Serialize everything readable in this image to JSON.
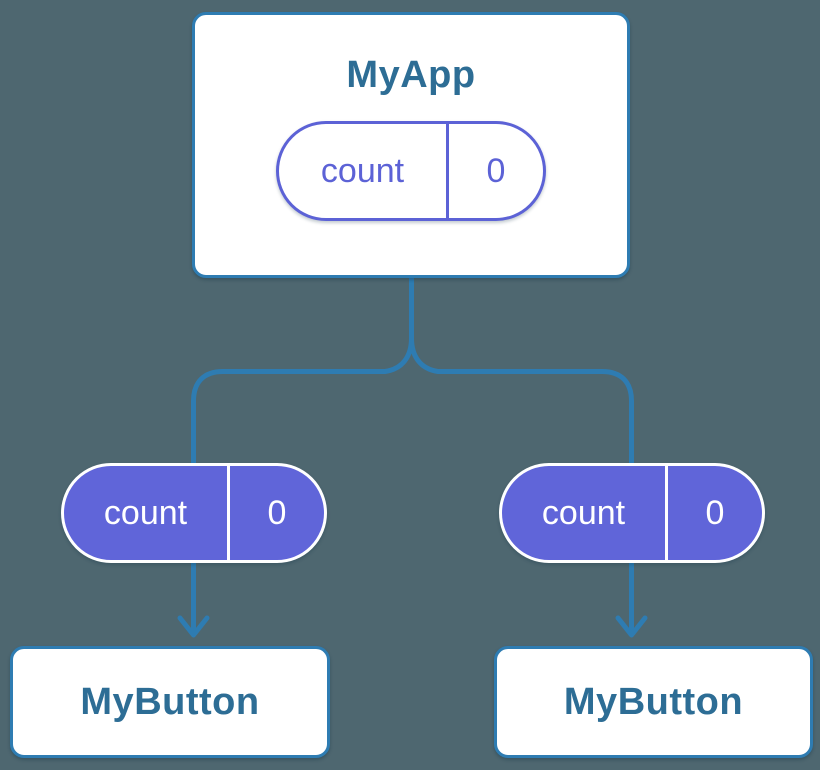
{
  "colors": {
    "background": "#4e6770",
    "connector_blue": "#2e7cb2",
    "card_border_blue": "#2e7cb2",
    "title_blue": "#2d6d95",
    "pill_purple": "#5c62d6",
    "pill_fill_purple": "#6065d9",
    "pill_text_white": "#ffffff",
    "card_background": "#ffffff"
  },
  "tree": {
    "root": {
      "title": "MyApp",
      "prop": {
        "name": "count",
        "value": "0"
      }
    },
    "children": [
      {
        "title": "MyButton",
        "prop": {
          "name": "count",
          "value": "0"
        }
      },
      {
        "title": "MyButton",
        "prop": {
          "name": "count",
          "value": "0"
        }
      }
    ]
  }
}
